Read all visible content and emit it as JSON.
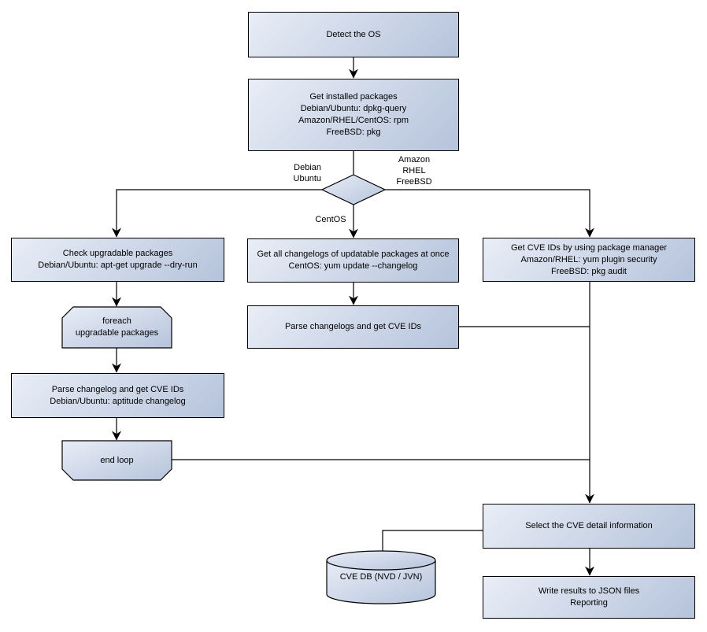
{
  "diagram": {
    "type": "flowchart",
    "nodes": {
      "detect_os": {
        "shape": "rectangle",
        "label": "Detect the OS"
      },
      "get_installed": {
        "shape": "rectangle",
        "label": "Get installed packages\nDebian/Ubuntu: dpkg-query\nAmazon/RHEL/CentOS: rpm\nFreeBSD: pkg"
      },
      "os_decision": {
        "shape": "diamond",
        "label": ""
      },
      "check_upgradable": {
        "shape": "rectangle",
        "label": "Check upgradable packages\nDebian/Ubuntu: apt-get upgrade --dry-run"
      },
      "foreach_upgradable": {
        "shape": "loop-start",
        "label": "foreach\nupgradable packages"
      },
      "parse_changelog_deb": {
        "shape": "rectangle",
        "label": "Parse changelog and get CVE IDs\nDebian/Ubuntu: aptitude changelog"
      },
      "end_loop": {
        "shape": "loop-end",
        "label": "end loop"
      },
      "get_all_changelogs": {
        "shape": "rectangle",
        "label": "Get all changelogs of updatable packages at once\nCentOS: yum update --changelog"
      },
      "parse_changelogs": {
        "shape": "rectangle",
        "label": "Parse changelogs and get CVE IDs"
      },
      "get_cve_pkg_mgr": {
        "shape": "rectangle",
        "label": "Get CVE IDs by using package manager\nAmazon/RHEL: yum plugin security\nFreeBSD: pkg audit"
      },
      "select_cve_detail": {
        "shape": "rectangle",
        "label": "Select the CVE detail information"
      },
      "write_results": {
        "shape": "rectangle",
        "label": "Write results to JSON files\nReporting"
      },
      "cve_db": {
        "shape": "cylinder",
        "label": "CVE DB (NVD / JVN)"
      }
    },
    "edge_labels": {
      "debian_ubuntu": {
        "text": "Debian\nUbuntu"
      },
      "amazon_rhel_freebsd": {
        "text": "Amazon\nRHEL\nFreeBSD"
      },
      "centos": {
        "text": "CentOS"
      }
    },
    "edges": [
      {
        "from": "detect_os",
        "to": "get_installed",
        "arrow": true
      },
      {
        "from": "get_installed",
        "to": "os_decision",
        "arrow": false
      },
      {
        "from": "os_decision",
        "to": "check_upgradable",
        "label": "Debian\nUbuntu",
        "arrow": true
      },
      {
        "from": "os_decision",
        "to": "get_all_changelogs",
        "label": "CentOS",
        "arrow": true
      },
      {
        "from": "os_decision",
        "to": "get_cve_pkg_mgr",
        "label": "Amazon\nRHEL\nFreeBSD",
        "arrow": true
      },
      {
        "from": "check_upgradable",
        "to": "foreach_upgradable",
        "arrow": true
      },
      {
        "from": "foreach_upgradable",
        "to": "parse_changelog_deb",
        "arrow": true
      },
      {
        "from": "parse_changelog_deb",
        "to": "end_loop",
        "arrow": true
      },
      {
        "from": "get_all_changelogs",
        "to": "parse_changelogs",
        "arrow": true
      },
      {
        "from": "get_cve_pkg_mgr",
        "to": "select_cve_detail",
        "arrow": true
      },
      {
        "from": "end_loop",
        "to": "select_cve_detail",
        "arrow": false
      },
      {
        "from": "parse_changelogs",
        "to": "select_cve_detail",
        "arrow": false
      },
      {
        "from": "cve_db",
        "to": "select_cve_detail",
        "arrow": false
      },
      {
        "from": "select_cve_detail",
        "to": "write_results",
        "arrow": true
      }
    ],
    "colors": {
      "node_fill_light": "#e9eef7",
      "node_fill_dark": "#b5c3db",
      "border_color": "#000000",
      "text_color": "#000000",
      "bg_color": "#ffffff"
    }
  }
}
